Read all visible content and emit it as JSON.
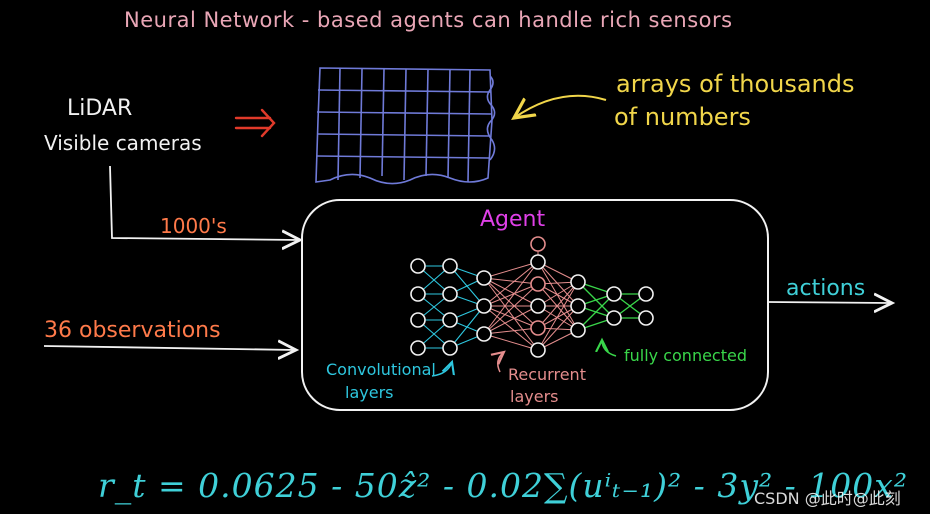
{
  "title": "Neural Network - based agents can handle rich sensors",
  "sensors": {
    "line1": "LiDAR",
    "line2": "Visible cameras"
  },
  "array_note": {
    "line1": "arrays of thousands",
    "line2": "of numbers"
  },
  "inputs": {
    "thousands_label": "1000's",
    "observations_label": "36 observations"
  },
  "agent": {
    "title": "Agent",
    "conv_label_line1": "Convolutional",
    "conv_label_line2": "layers",
    "recurrent_label_line1": "Recurrent",
    "recurrent_label_line2": "layers",
    "fc_label": "fully connected"
  },
  "output": {
    "actions_label": "actions"
  },
  "formula": "r_t = 0.0625 - 50ẑ² - 0.02∑(uⁱₜ₋₁)² - 3y² - 100x²",
  "watermark": "CSDN @此时@此刻",
  "colors": {
    "background": "#000000",
    "title": "#e9a6b6",
    "input_arrow": "#ff7a4a",
    "agent_title": "#e040e8",
    "conv": "#2ec7df",
    "recurrent": "#e48d8d",
    "fully_connected": "#39d64a",
    "grid": "#6f7ad8",
    "arrays_note": "#f1d64a",
    "formula": "#3fd0d8"
  }
}
